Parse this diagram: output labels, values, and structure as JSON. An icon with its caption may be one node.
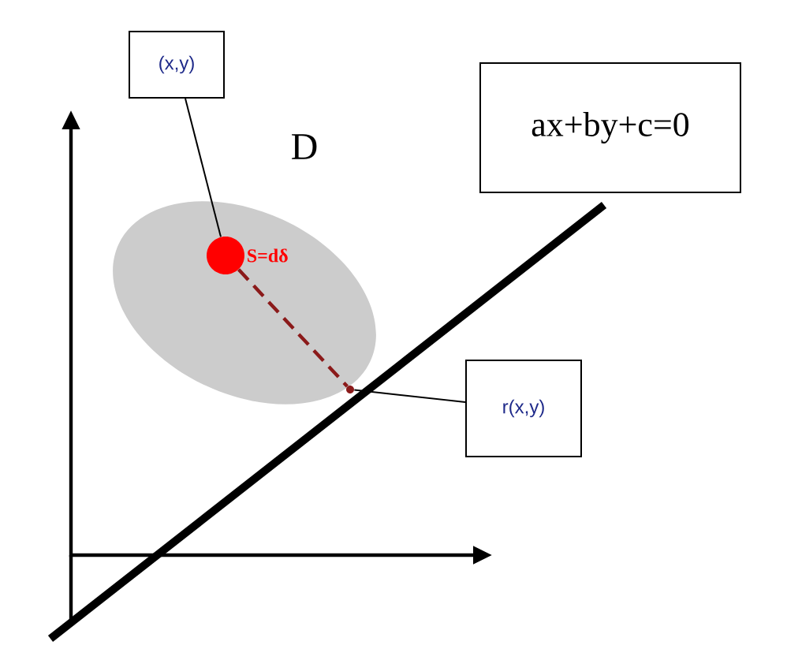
{
  "diagram": {
    "nodes": [
      {
        "text": [
          "(x,y)"
        ]
      },
      {
        "text": [],
        "shape": "circle",
        "beside": [
          "S=dδ"
        ]
      },
      {
        "text": [
          "ax+by+c=0"
        ]
      },
      {
        "text": [
          "r(x,y)"
        ]
      },
      {
        "text": [],
        "shape": "point"
      }
    ],
    "edges": [
      {
        "from": 0,
        "to": 1,
        "arrow": "none"
      },
      {
        "from": 1,
        "to": 4,
        "arrow": "none",
        "style": "dashed",
        "color": "#8b1a1a"
      },
      {
        "from": 3,
        "to": 4,
        "arrow": "none"
      }
    ],
    "labels": [
      "D"
    ]
  }
}
